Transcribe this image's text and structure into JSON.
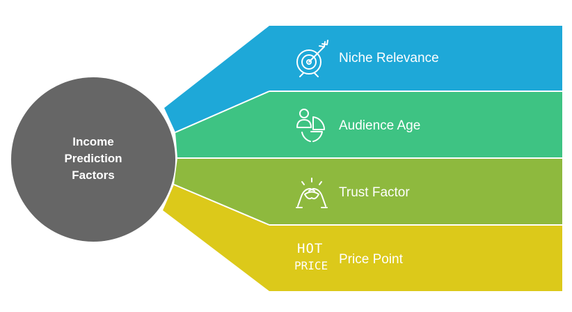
{
  "diagram": {
    "center": {
      "lines": [
        "Income",
        "Prediction",
        "Factors"
      ],
      "color": "#666666"
    },
    "factors": [
      {
        "label": "Niche Relevance",
        "color": "#1EA8D8",
        "icon": "target-arrow-icon"
      },
      {
        "label": "Audience Age",
        "color": "#3EC383",
        "icon": "person-pie-chart-icon"
      },
      {
        "label": "Trust Factor",
        "color": "#8EB93E",
        "icon": "handshake-icon"
      },
      {
        "label": "Price Point",
        "color": "#DCC91A",
        "icon": "hot-price-icon",
        "icon_text": [
          "HOT",
          "PRICE"
        ]
      }
    ]
  }
}
